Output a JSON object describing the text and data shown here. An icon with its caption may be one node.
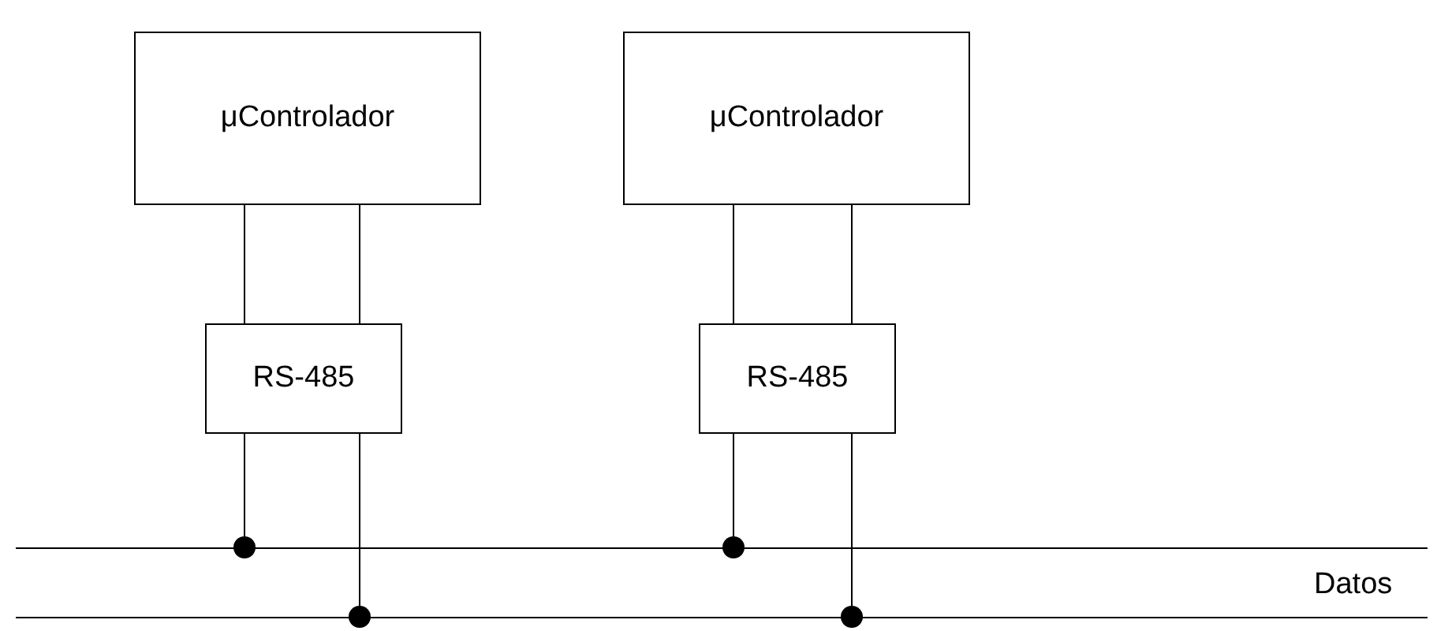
{
  "diagram": {
    "nodes": [
      {
        "text": [
          "μControlador"
        ]
      },
      {
        "text": [
          "RS-485"
        ]
      },
      {
        "text": [
          "μControlador"
        ]
      },
      {
        "text": [
          "RS-485"
        ]
      },
      {
        "text": [],
        "shape": "bar"
      },
      {
        "text": [],
        "shape": "bar"
      }
    ],
    "edges": [
      {
        "from": 0,
        "to": 1,
        "arrow": "none"
      },
      {
        "from": 0,
        "to": 1,
        "arrow": "none"
      },
      {
        "from": 2,
        "to": 3,
        "arrow": "none"
      },
      {
        "from": 2,
        "to": 3,
        "arrow": "none"
      },
      {
        "from": 1,
        "to": 4,
        "arrow": "other"
      },
      {
        "from": 1,
        "to": 5,
        "arrow": "other"
      },
      {
        "from": 3,
        "to": 4,
        "arrow": "other"
      },
      {
        "from": 3,
        "to": 5,
        "arrow": "other"
      }
    ],
    "labels": [
      "Datos"
    ]
  }
}
